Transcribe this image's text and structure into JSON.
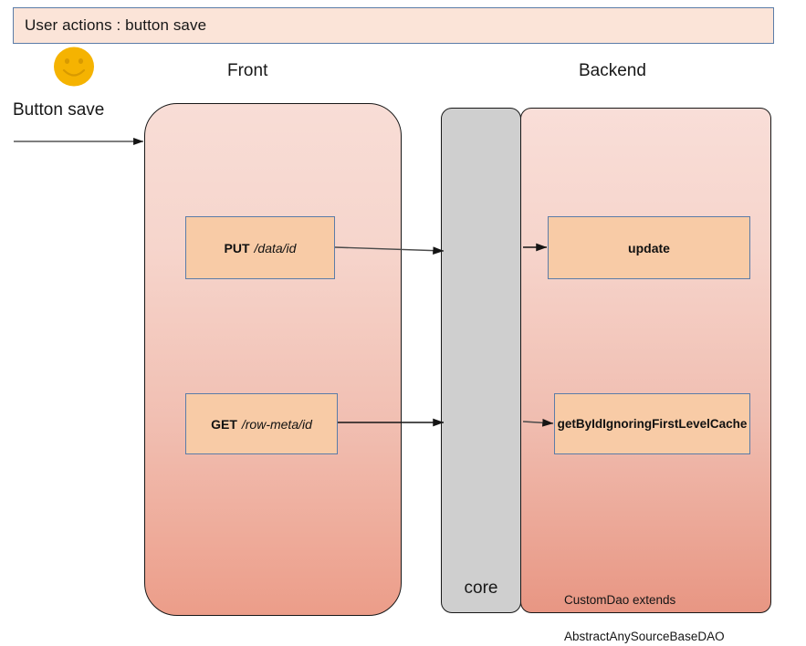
{
  "header": {
    "title": "User actions : button save",
    "background": "#fbe4d8",
    "border_color": "#5b7ca8"
  },
  "actor": {
    "icon": "smiley-face-icon",
    "color": "#f5b301"
  },
  "entry": {
    "label": "Button save",
    "arrow": "entry-arrow-icon"
  },
  "columns": {
    "front_title": "Front",
    "backend_title": "Backend"
  },
  "panels": {
    "front": {
      "name": "Front",
      "gradient_top": "#f8ddd6",
      "gradient_bottom": "#ec9d89"
    },
    "core": {
      "label": "core",
      "color": "#cfcfcf"
    },
    "backend": {
      "name": "Backend",
      "gradient_top": "#f9ded8",
      "gradient_bottom": "#e89683",
      "note_line_1": "CustomDao extends",
      "note_line_2": "AbstractAnySourceBaseDAO"
    }
  },
  "nodes": {
    "put": {
      "verb": "PUT",
      "path": "/data/id"
    },
    "get": {
      "verb": "GET",
      "path": "/row-meta/id"
    },
    "update": {
      "label": "update"
    },
    "get_by_id": {
      "label": "getByIdIgnoringFirstLevelCache"
    }
  },
  "node_style": {
    "fill": "#f8cba6",
    "border": "#5b7ca8"
  },
  "connectors": [
    {
      "name": "put-to-core",
      "from": "put-box",
      "to": "core-panel"
    },
    {
      "name": "core-to-update",
      "from": "backend-panel",
      "to": "update-box"
    },
    {
      "name": "get-to-core",
      "from": "get-box",
      "to": "core-panel"
    },
    {
      "name": "core-to-getbyid",
      "from": "backend-panel",
      "to": "getbyid-box"
    }
  ]
}
